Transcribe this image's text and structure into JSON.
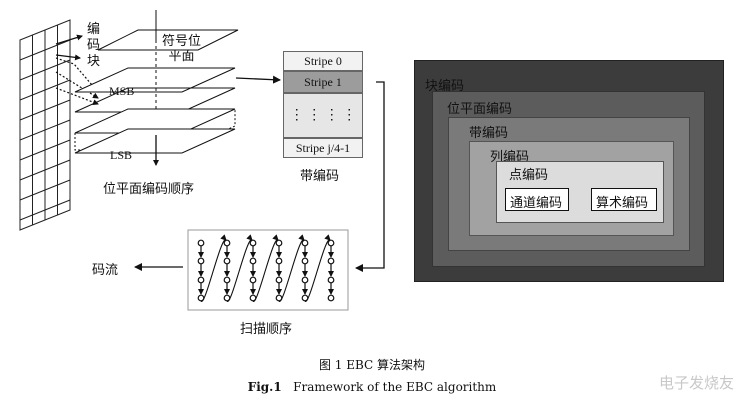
{
  "bitplane": {
    "code_block_label": "编\n码\n块",
    "sign_plane_label": "符号位\n平面",
    "msb_label": "MSB",
    "lsb_label": "LSB",
    "order_label": "位平面编码顺序"
  },
  "stripes": {
    "items": [
      "Stripe 0",
      "Stripe 1",
      "⋮ ⋮ ⋮ ⋮",
      "Stripe j/4-1"
    ],
    "caption": "带编码"
  },
  "scan": {
    "caption": "扫描顺序",
    "output_label": "码流"
  },
  "hierarchy": {
    "levels": [
      "块编码",
      "位平面编码",
      "带编码",
      "列编码",
      "点编码"
    ],
    "channel_label": "通道编码",
    "arith_label": "算术编码",
    "colors": [
      "#3c3c3c",
      "#5c5c5c",
      "#7a7a7a",
      "#a2a2a2",
      "#dcdcdc",
      "#ffffff"
    ]
  },
  "caption": {
    "cn": "图 1   EBC 算法架构",
    "en_prefix": "Fig.1",
    "en_text": "   Framework of the EBC algorithm"
  },
  "watermark": "电子发烧友"
}
